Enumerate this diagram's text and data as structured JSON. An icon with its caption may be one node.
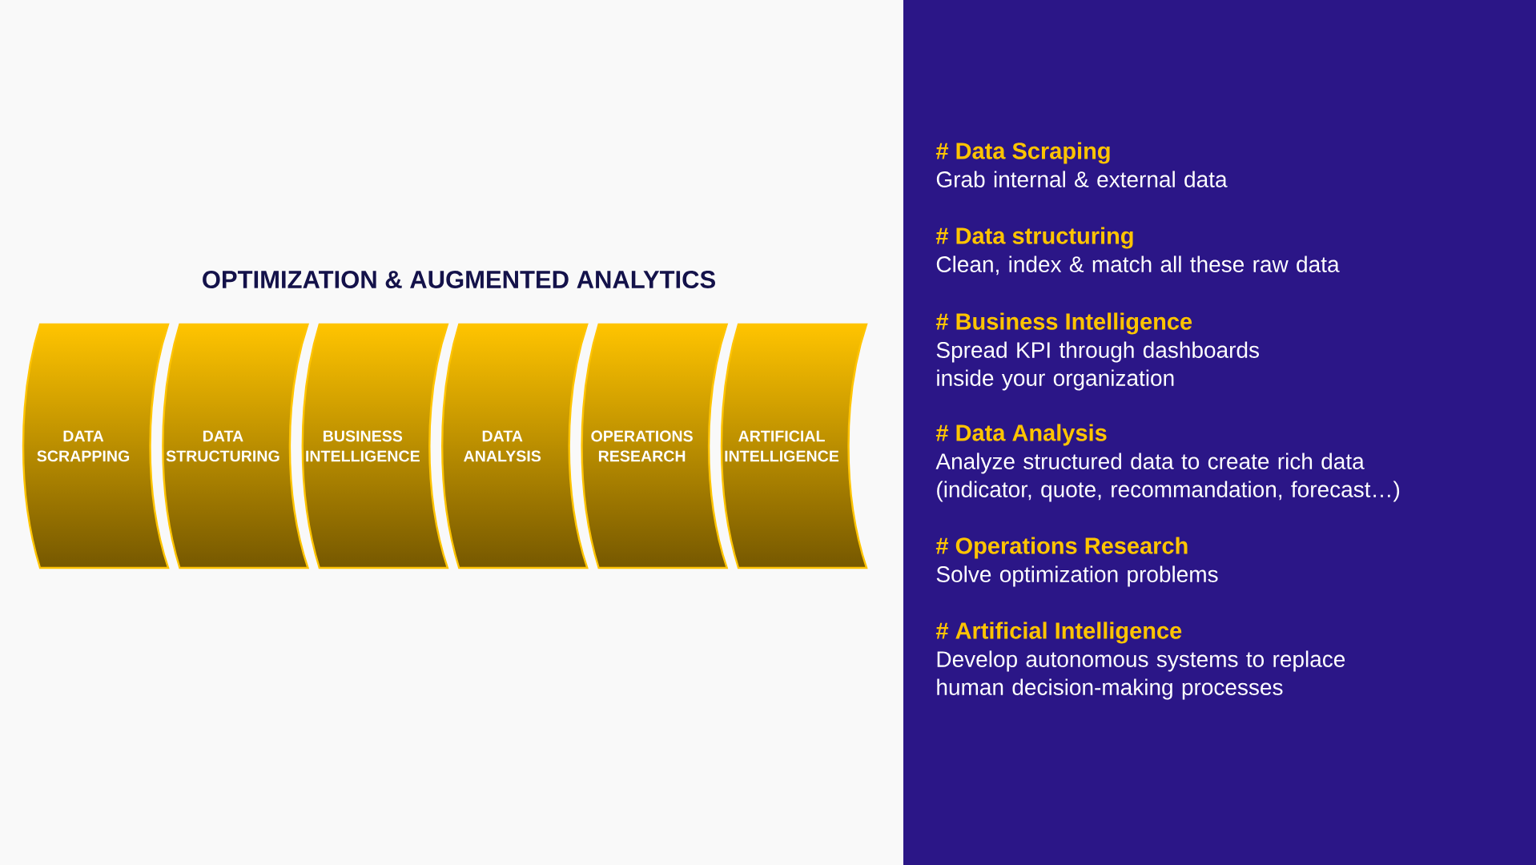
{
  "diagram": {
    "title": "OPTIMIZATION & AUGMENTED ANALYTICS",
    "nodes": [
      {
        "text": [
          "DATA SCRAPPING"
        ]
      },
      {
        "text": [
          "DATA STRUCTURING"
        ]
      },
      {
        "text": [
          "BUSINESS INTELLIGENCE"
        ]
      },
      {
        "text": [
          "DATA ANALYSIS"
        ]
      },
      {
        "text": [
          "OPERATIONS RESEARCH"
        ]
      },
      {
        "text": [
          "ARTIFICIAL INTELLIGENCE"
        ]
      }
    ],
    "labels": [
      "# Data Scraping",
      "Grab internal & external data",
      "# Data structuring",
      "Clean, index & match all these raw data",
      "# Business Intelligence",
      "Spread KPI through dashboards inside your organization",
      "# Data Analysis",
      "Analyze structured data to create rich data (indicator, quote, recommandation, forecast…)",
      "# Operations Research",
      "Solve optimization problems",
      "# Artificial Intelligence",
      "Develop autonomous systems to replace human decision-making processes"
    ]
  }
}
